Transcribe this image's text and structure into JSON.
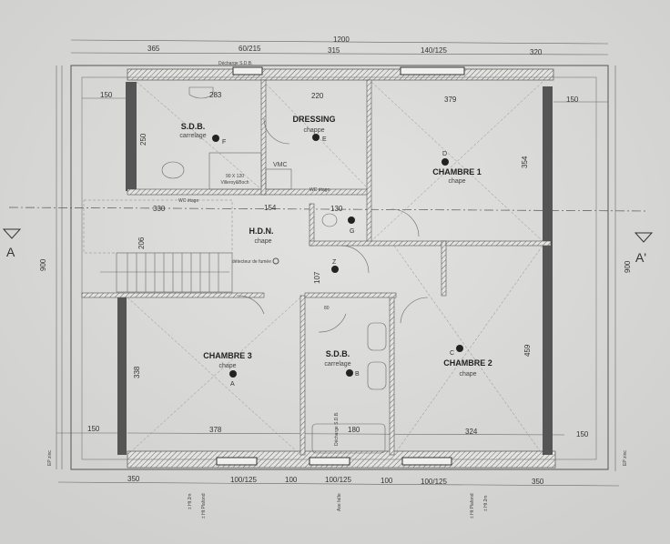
{
  "plan": {
    "overall_dims": {
      "width": "1200",
      "height_left": "900",
      "height_right": "900"
    },
    "top_dims": [
      "365",
      "60/215",
      "315",
      "140/125",
      "320"
    ],
    "bottom_dims": [
      "350",
      "100/125",
      "100",
      "100/125",
      "100",
      "100/125",
      "350"
    ],
    "section": {
      "left": "A",
      "right": "A'"
    },
    "rooms": [
      {
        "name": "S.D.B.",
        "floor": "carrelage",
        "point": "F"
      },
      {
        "name": "DRESSING",
        "floor": "chappe",
        "point": "E"
      },
      {
        "name": "CHAMBRE 1",
        "floor": "chape",
        "point": "D"
      },
      {
        "name": "H.D.N.",
        "floor": "chape",
        "point": "Z"
      },
      {
        "name": "CHAMBRE 3",
        "floor": "chape",
        "point": "A"
      },
      {
        "name": "S.D.B.",
        "floor": "carrelage",
        "point": "B"
      },
      {
        "name": "CHAMBRE 2",
        "floor": "chape",
        "point": "C"
      }
    ],
    "wc_point": "G",
    "inner_dims": {
      "sdb_width": "283",
      "sdb_height": "250",
      "dressing_width": "220",
      "left_margin_top": "150",
      "left_margin_bottom": "150",
      "ch1_width": "379",
      "ch1_height": "354",
      "right_margin_top": "150",
      "right_margin_bottom": "150",
      "hall_width": "330",
      "hdn_width": "154",
      "wc_width": "130",
      "stair_height": "206",
      "corridor": "107",
      "ch3_width": "378",
      "ch3_height": "338",
      "bath_width": "180",
      "ch2_width": "324",
      "ch2_height": "459",
      "door": "80"
    },
    "annotations": {
      "decharge_top": "Décharge S.D.B.",
      "decharge_bottom": "Décharge S.D.B.",
      "shower": "90 X 120",
      "shower_brand": "Villeroy&Boch",
      "vmc": "VMC",
      "wc_etage_1": "WC étage",
      "wc_etage_2": "WC étage",
      "smoke": "détecteur de fumée",
      "ep_left": "EP zinc",
      "ep_right": "EP zinc",
      "ht2m_left": "± Ht 2m",
      "htplafond_left": "± Ht Plafond",
      "axe": "Axe faîte",
      "htplafond_right": "± Ht Plafond",
      "ht2m_right": "± Ht 2m"
    }
  }
}
